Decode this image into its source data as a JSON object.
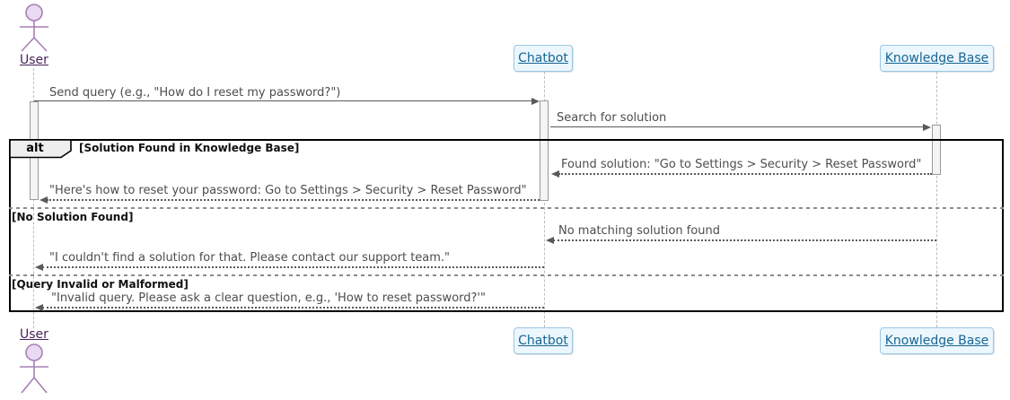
{
  "actors": {
    "user": {
      "label": "User"
    }
  },
  "participants": {
    "chatbot": {
      "label": "Chatbot"
    },
    "knowledge_base": {
      "label": "Knowledge Base"
    }
  },
  "messages": {
    "send_query": "Send query (e.g., \"How do I reset my password?\")",
    "search_for_solution": "Search for solution",
    "found_solution": "Found solution: \"Go to Settings > Security > Reset Password\"",
    "heres_how": "\"Here's how to reset your password: Go to Settings > Security > Reset Password\"",
    "no_matching": "No matching solution found",
    "couldnt_find": "\"I couldn't find a solution for that. Please contact our support team.\"",
    "invalid_query": "\"Invalid query. Please ask a clear question, e.g., 'How to reset password?'\""
  },
  "alt_frame": {
    "operator": "alt",
    "guard_solution_found": "[Solution Found in Knowledge Base]",
    "guard_no_solution": "[No Solution Found]",
    "guard_query_invalid": "[Query Invalid or Malformed]"
  },
  "colors": {
    "actor_fill": "#E9D9F2",
    "actor_border": "#A680B3",
    "actor_label": "#4A235A",
    "participant_fill": "#EBF6FD",
    "participant_border": "#9CC6E3",
    "participant_label": "#176694",
    "message_text": "#4D4D4D",
    "arrow": "#5A5A5A",
    "lifeline": "#BDBDBD",
    "frame_border": "#000000",
    "activation_fill": "#F4F4F4",
    "activation_border": "#9A9A9A"
  }
}
